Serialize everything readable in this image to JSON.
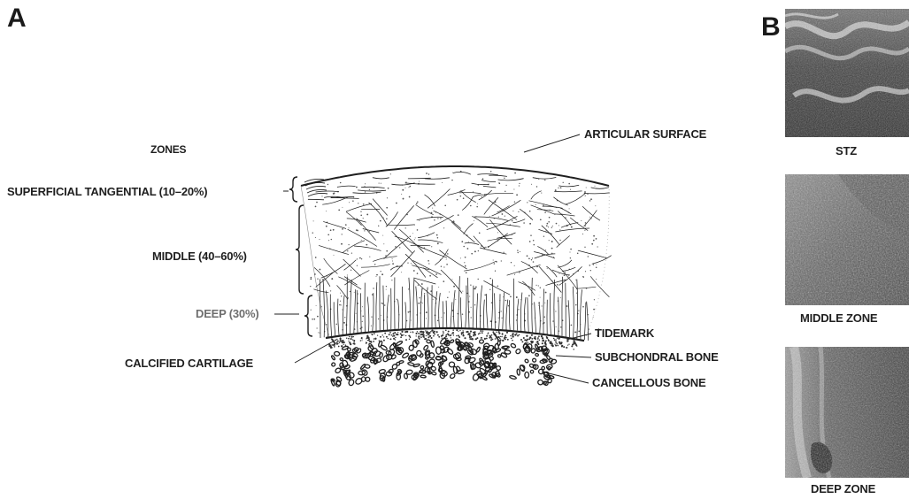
{
  "panels": {
    "a_label": "A",
    "b_label": "B"
  },
  "diagram": {
    "zones_heading": "ZONES",
    "zones": {
      "superficial": "SUPERFICIAL TANGENTIAL (10–20%)",
      "middle": "MIDDLE (40–60%)",
      "deep": "DEEP (30%)",
      "calcified": "CALCIFIED CARTILAGE"
    },
    "structures": {
      "articular_surface": "ARTICULAR SURFACE",
      "tidemark": "TIDEMARK",
      "subchondral_bone": "SUBCHONDRAL BONE",
      "cancellous_bone": "CANCELLOUS BONE"
    }
  },
  "micrographs": {
    "stz": "STZ",
    "middle_zone": "MIDDLE ZONE",
    "deep_zone": "DEEP ZONE"
  },
  "colors": {
    "ink": "#1f1f1f",
    "deep_label": "#6e6e6e",
    "micrograph_dark": "#2b2b2b",
    "micrograph_light": "#b5b5b5"
  }
}
